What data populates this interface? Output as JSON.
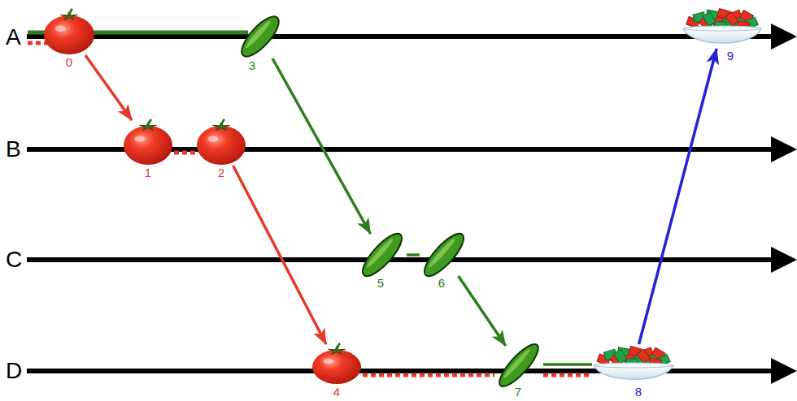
{
  "diagram": {
    "nodes": [
      {
        "text": [
          "0"
        ]
      },
      {
        "text": [
          "1"
        ]
      },
      {
        "text": [
          "2"
        ]
      },
      {
        "text": [
          "3"
        ]
      },
      {
        "text": [
          "4"
        ]
      },
      {
        "text": [
          "5"
        ]
      },
      {
        "text": [
          "6"
        ]
      },
      {
        "text": [
          "7"
        ]
      },
      {
        "text": [
          "8"
        ]
      },
      {
        "text": [
          "9"
        ]
      }
    ],
    "edges": [
      {
        "from": 0,
        "to": 1,
        "arrow": "to"
      },
      {
        "from": 1,
        "to": 2,
        "arrow": "none"
      },
      {
        "from": 2,
        "to": 4,
        "arrow": "to"
      },
      {
        "from": 3,
        "to": 5,
        "arrow": "to"
      },
      {
        "from": 5,
        "to": 6,
        "arrow": "none"
      },
      {
        "from": 6,
        "to": 7,
        "arrow": "to"
      },
      {
        "from": 4,
        "to": 7,
        "arrow": "none"
      },
      {
        "from": 7,
        "to": 8,
        "arrow": "none"
      },
      {
        "from": 7,
        "to": 8,
        "arrow": "none"
      },
      {
        "from": 8,
        "to": 9,
        "arrow": "to"
      }
    ],
    "labels": [
      "A",
      "B",
      "C",
      "D"
    ]
  }
}
